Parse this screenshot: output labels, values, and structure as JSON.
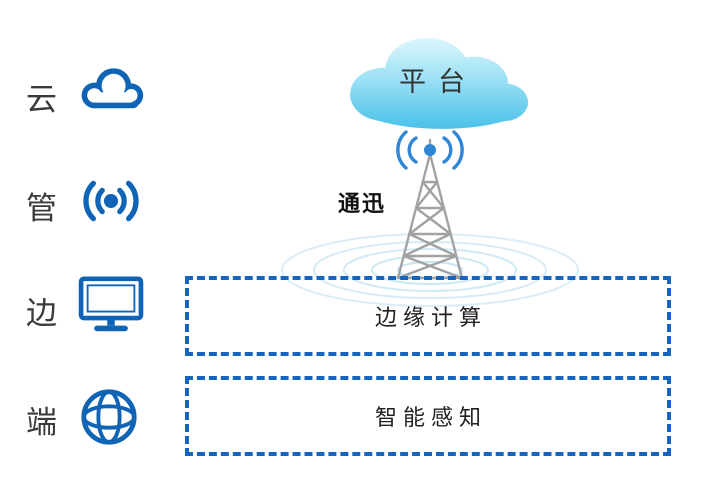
{
  "layers": [
    {
      "label": "云",
      "icon": "cloud-icon"
    },
    {
      "label": "管",
      "icon": "broadcast-icon"
    },
    {
      "label": "边",
      "icon": "monitor-icon"
    },
    {
      "label": "端",
      "icon": "globe-icon"
    }
  ],
  "platform": {
    "label": "平台"
  },
  "communication": {
    "label": "通迅"
  },
  "boxes": [
    {
      "label": "边缘计算"
    },
    {
      "label": "智能感知"
    }
  ],
  "colors": {
    "icon_blue": "#1064b5",
    "box_border_blue": "#1565c0",
    "signal_blue": "#2f86d6",
    "tower_gray": "#a2a2a2",
    "ripple_blue": "#b9dff2",
    "cloud_top": "#e8fafd",
    "cloud_bottom": "#45bfe8",
    "text": "#333333"
  }
}
